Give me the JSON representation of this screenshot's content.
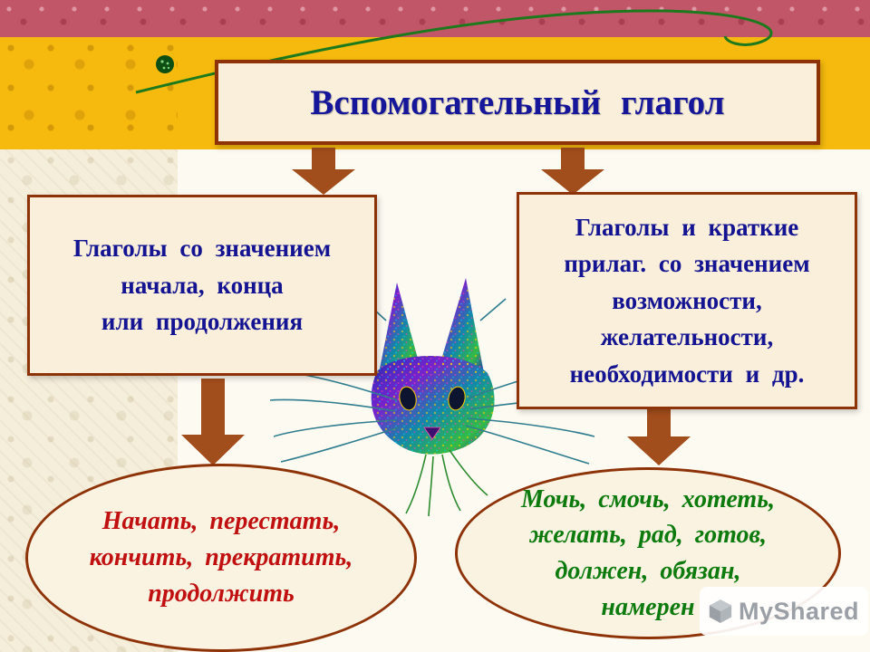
{
  "slide": {
    "title": "Вспомогательный глагол",
    "left_box": "Глаголы со значением\nначала, конца\nили продолжения",
    "right_box": "Глаголы и краткие\nприлаг. со значением\nвозможности,\nжелательности,\nнеобходимости и др.",
    "left_examples": "Начать, перестать,\nкончить, прекратить,\nпродолжить",
    "right_examples": "Мочь, смочь, хотеть,\nжелать, рад, готов,\nдолжен, обязан,\nнамерен"
  },
  "watermark": {
    "label": "MyShared",
    "icon": "cube-icon"
  },
  "decor": {
    "cat": "psychedelic-cat-illustration",
    "swoosh": "green-swoosh-line",
    "arrows": "block-down-arrows"
  },
  "colors": {
    "border": "#8e3208",
    "arrow": "#a24d1c",
    "title_text": "#16169a",
    "box_text": "#141492",
    "left_examples_text": "#c01010",
    "right_examples_text": "#0c7a0c",
    "gold_band": "#f6b90d",
    "top_bar": "#c25669",
    "box_fill": "#f9efda"
  }
}
